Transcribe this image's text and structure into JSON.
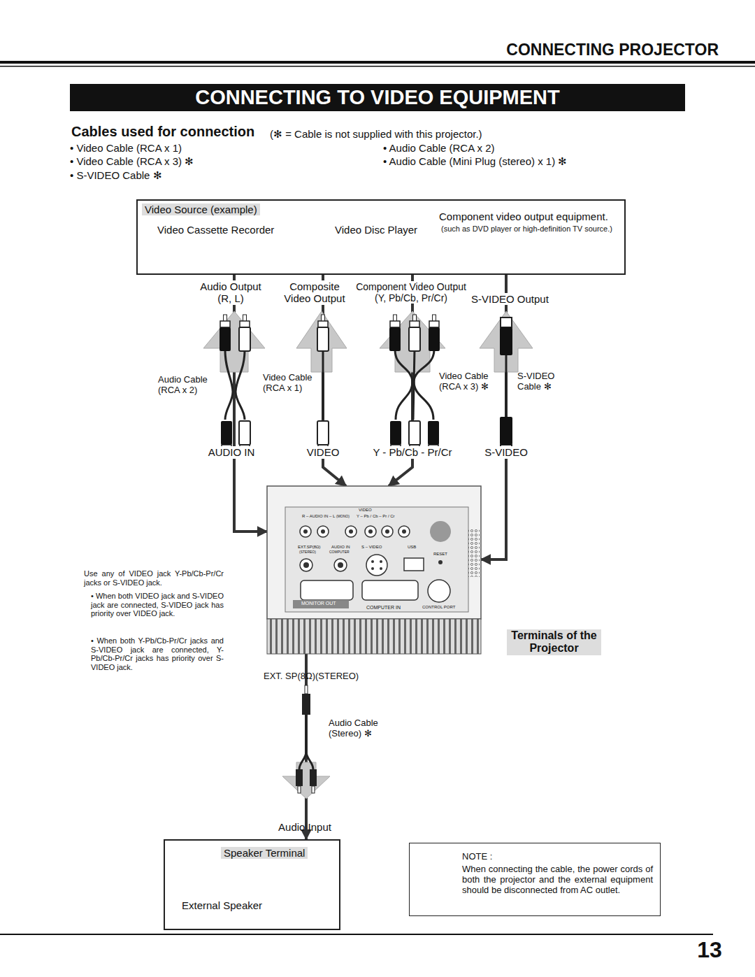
{
  "diagram": {
    "title": "CONNECTING TO VIDEO EQUIPMENT",
    "nodes": [
      {
        "text": [
          "Video Source (example)",
          "Video Cassette Recorder",
          "Video Disc Player",
          "Component video output equipment.",
          "(such as DVD player or high-definition TV source.)"
        ]
      },
      {
        "text": [
          "R – AUDIO IN – L",
          "(MONO)",
          "VIDEO",
          "Y – Pb / Cb – Pr / Cr",
          "EXT.SP(8Ω)",
          "(STEREO)",
          "AUDIO IN",
          "COMPUTER",
          "S – VIDEO",
          "USB",
          "RESET",
          "MONITOR OUT",
          "COMPUTER IN",
          "CONTROL PORT"
        ]
      },
      {
        "text": [
          "Speaker Terminal",
          "External Speaker"
        ]
      },
      {
        "text": [
          "NOTE :",
          "When connecting the cable, the power cords of both the projector and the external equipment should be disconnected from AC outlet."
        ]
      }
    ],
    "edges": [
      {
        "from": 0,
        "to": 1,
        "label": "AUDIO IN",
        "arrow": "to"
      },
      {
        "from": 0,
        "to": 1,
        "label": "VIDEO",
        "arrow": "to"
      },
      {
        "from": 0,
        "to": 1,
        "label": "Y - Pb/Cb - Pr/Cr",
        "arrow": "to"
      },
      {
        "from": 0,
        "to": 1,
        "label": "S-VIDEO",
        "arrow": "to"
      },
      {
        "from": 1,
        "to": 2,
        "arrow": "to"
      }
    ],
    "labels": [
      "CONNECTING PROJECTOR",
      "Cables used for connection",
      "(✻ = Cable is not supplied with this projector.)",
      "• Video Cable (RCA x 1)",
      "• Video Cable (RCA x 3) ✻",
      "• S-VIDEO Cable ✻",
      "• Audio Cable (RCA x 2)",
      "• Audio Cable (Mini Plug (stereo) x 1) ✻",
      "Audio Output (R, L)",
      "Composite Video Output",
      "Component Video Output (Y, Pb/Cb, Pr/Cr)",
      "S-VIDEO Output",
      "Audio Cable (RCA x 2)",
      "Video Cable (RCA x 1)",
      "Video Cable (RCA x 3) ✻",
      "S-VIDEO Cable ✻",
      "Use any of VIDEO jack Y-Pb/Cb-Pr/Cr jacks or S-VIDEO jack.",
      "• When both VIDEO jack and S-VIDEO jack are connected, S-VIDEO jack has priority over VIDEO jack.",
      "• When both Y-Pb/Cb-Pr/Cr jacks and S-VIDEO jack are connected, Y-Pb/Cb-Pr/Cr jacks has priority over S-VIDEO jack.",
      "Terminals of the Projector",
      "EXT. SP(8Ω)(STEREO)",
      "Audio Cable (Stereo) ✻",
      "Audio Input",
      "13"
    ]
  }
}
